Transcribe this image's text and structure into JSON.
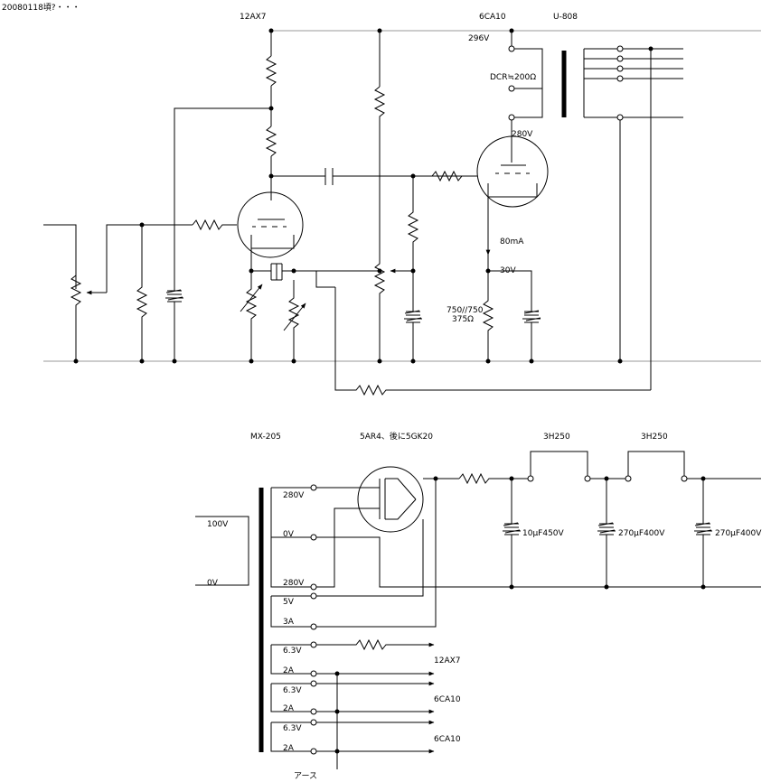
{
  "header": {
    "date_note": "20080118頃?・・・"
  },
  "amp": {
    "tube1": "12AX7",
    "tube2": "6CA10",
    "output_transformer": "U-808",
    "b_plus": "296V",
    "dcr": "DCR≒200Ω",
    "plate_voltage": "280V",
    "cathode_current": "80mA",
    "cathode_voltage": "30V",
    "cathode_resistor_line1": "750//750",
    "cathode_resistor_line2": "375Ω"
  },
  "psu": {
    "power_transformer": "MX-205",
    "rectifier": "5AR4、後に5GK20",
    "choke1": "3H250",
    "choke2": "3H250",
    "primary_100v": "100V",
    "primary_0v": "0V",
    "sec_280v_top": "280V",
    "sec_0v": "0V",
    "sec_280v_bottom": "280V",
    "sec_5v": "5V",
    "sec_3a": "3A",
    "heater1_v": "6.3V",
    "heater1_a": "2A",
    "heater2_v": "6.3V",
    "heater2_a": "2A",
    "heater3_v": "6.3V",
    "heater3_a": "2A",
    "cap1": "10μF450V",
    "cap2": "270μF400V",
    "cap3": "270μF400V",
    "heater_dest1": "12AX7",
    "heater_dest2": "6CA10",
    "heater_dest3": "6CA10",
    "ground": "アース"
  }
}
